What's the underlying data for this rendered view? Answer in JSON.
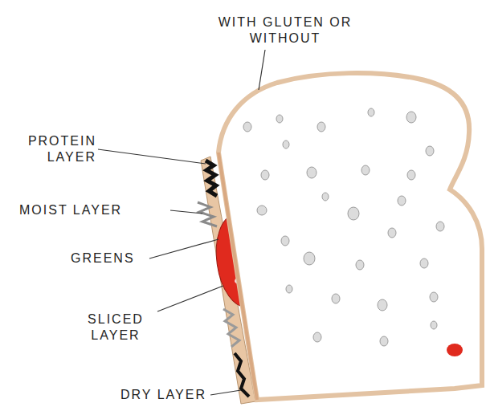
{
  "diagram": {
    "labels": [
      "WITH GLUTEN OR WITHOUT",
      "PROTEIN LAYER",
      "MOIST LAYER",
      "GREENS",
      "SLICED LAYER",
      "DRY LAYER"
    ]
  }
}
